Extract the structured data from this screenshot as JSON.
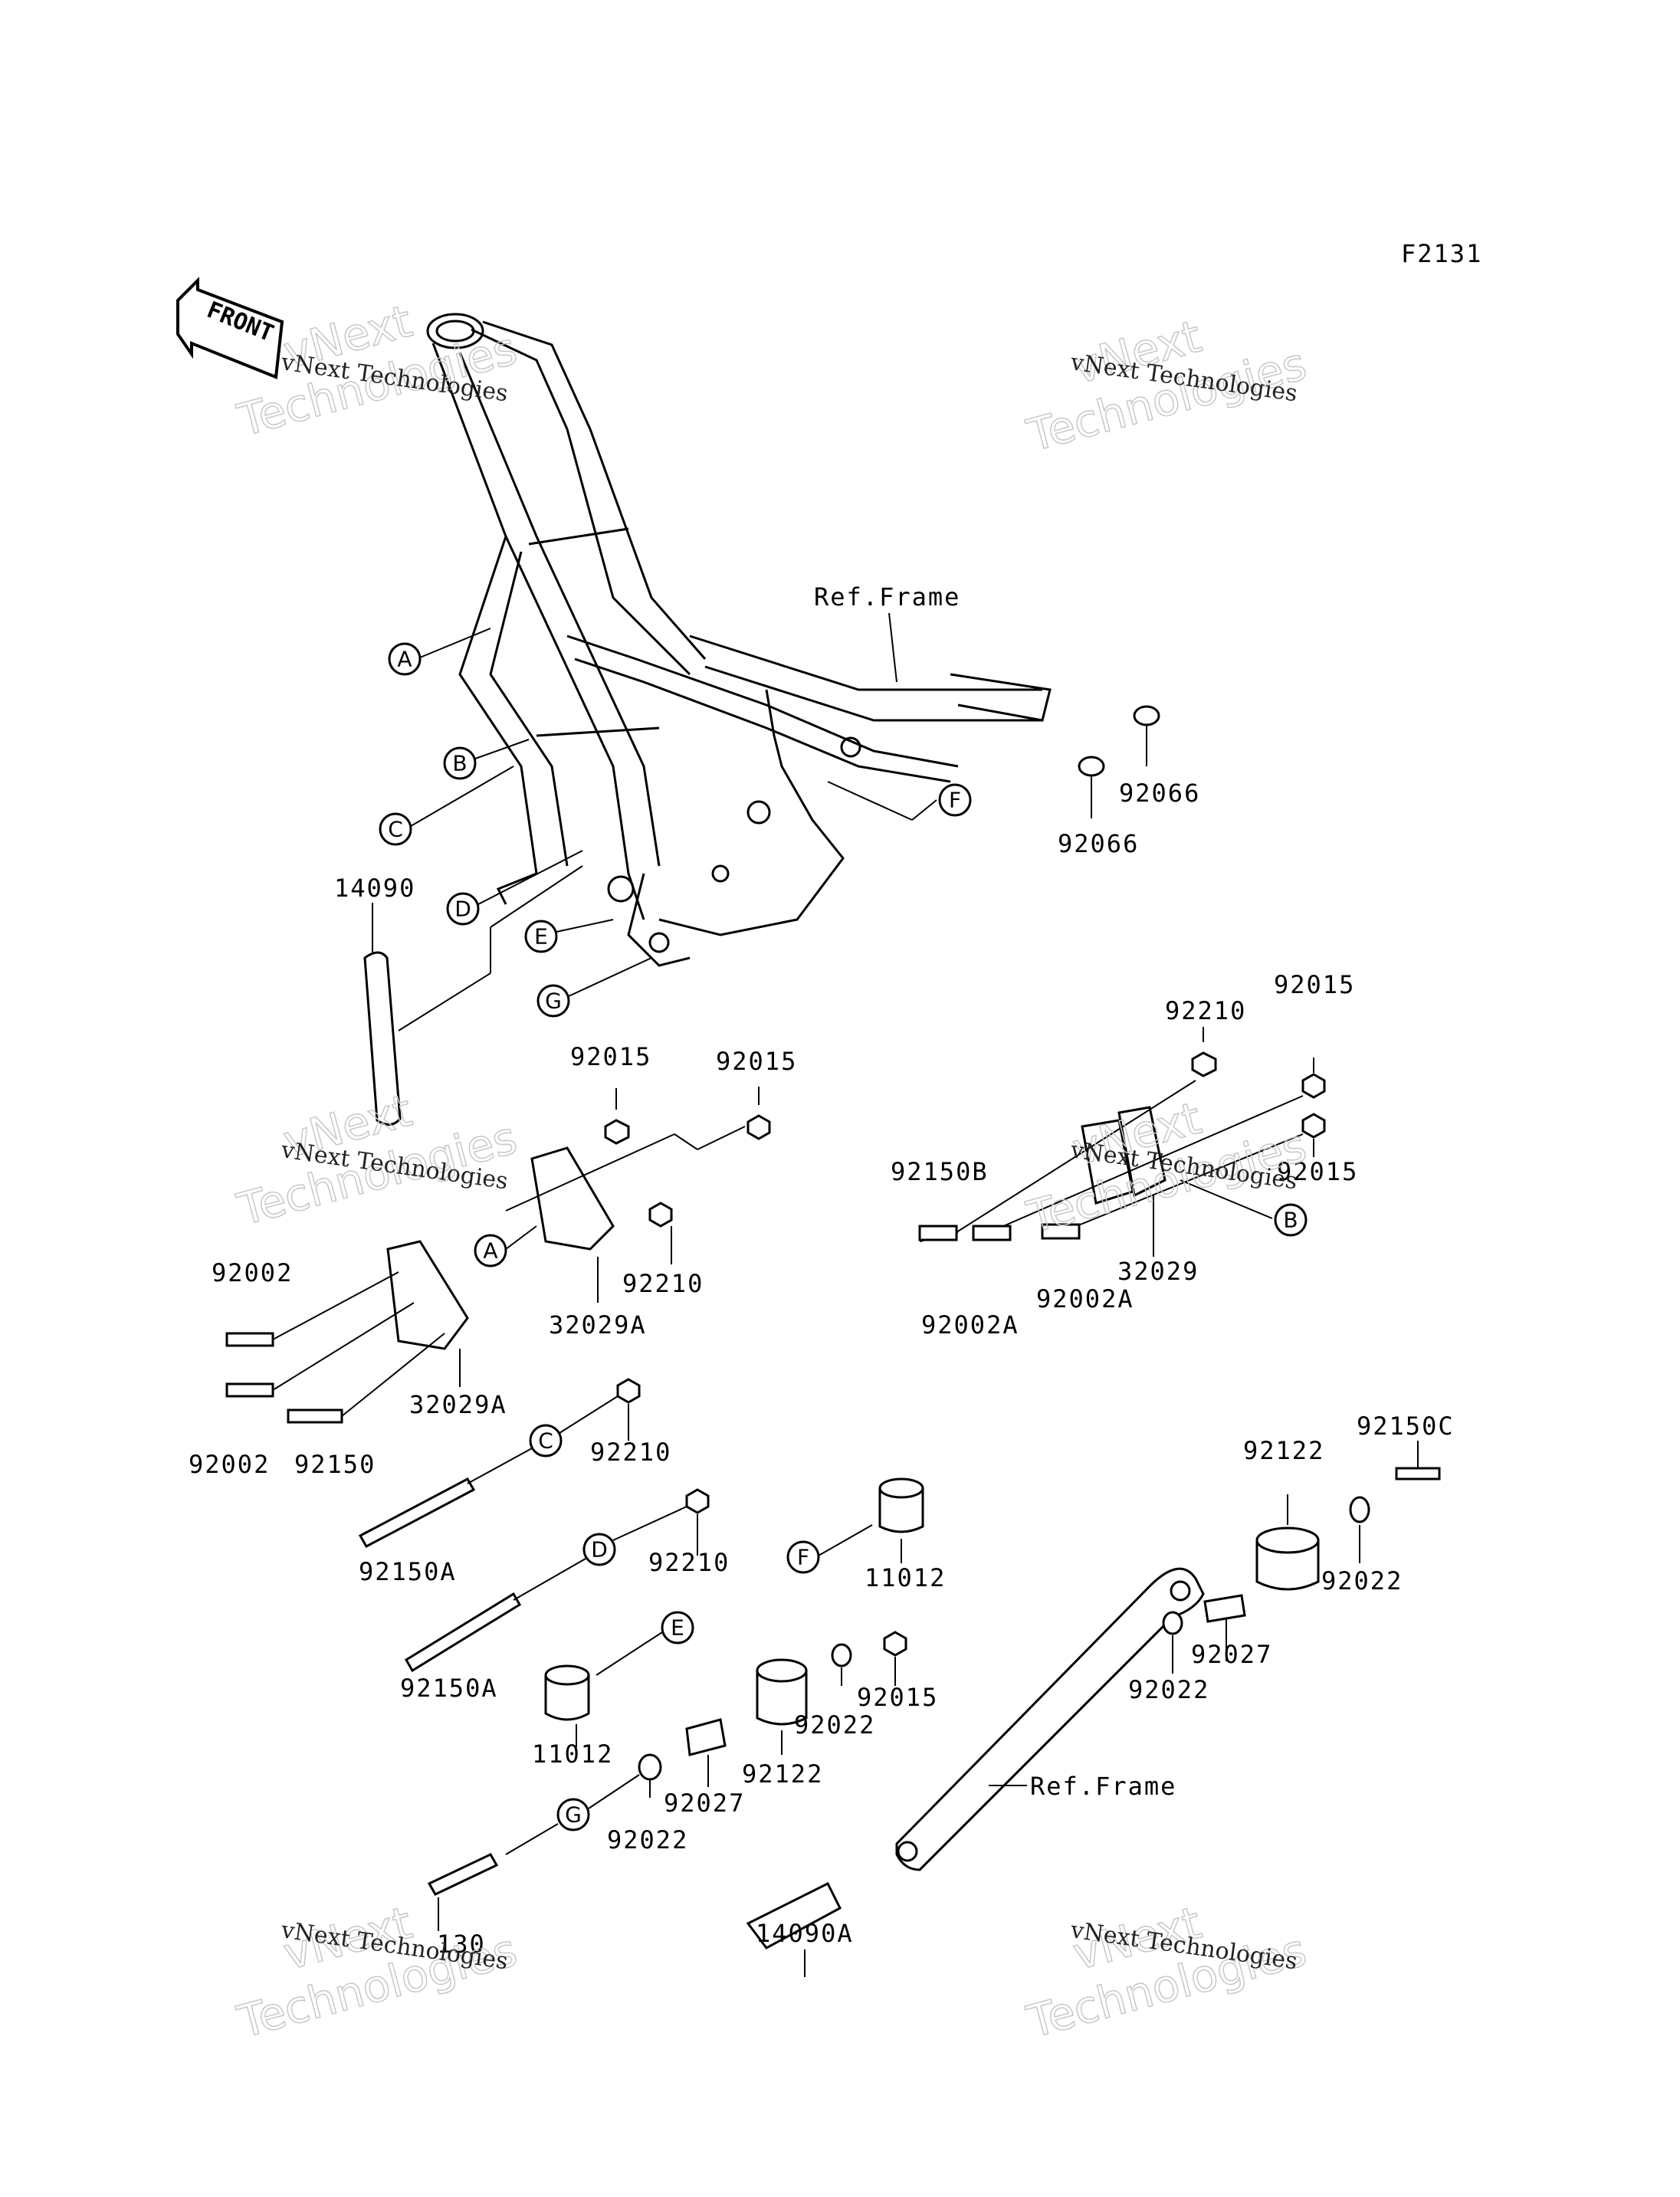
{
  "figure_code": "F2131",
  "front_label": "FRONT",
  "watermark": {
    "line1": "vNext",
    "line2": "Technologies",
    "full": "vNext Technologies"
  },
  "ref_frame_label": "Ref.Frame",
  "callouts": [
    "A",
    "B",
    "C",
    "D",
    "E",
    "F",
    "G"
  ],
  "part_numbers": [
    "14090",
    "92066",
    "92066",
    "92210",
    "92015",
    "92015",
    "92015",
    "92015",
    "92210",
    "92150B",
    "32029",
    "92002A",
    "92002A",
    "92002",
    "32029A",
    "32029A",
    "92002",
    "92150",
    "92210",
    "92150A",
    "92210",
    "92150A",
    "11012",
    "92015",
    "92122",
    "92022",
    "92027",
    "92022",
    "92122",
    "92022",
    "92150C",
    "92027",
    "92022",
    "11012",
    "14090A",
    "130"
  ]
}
